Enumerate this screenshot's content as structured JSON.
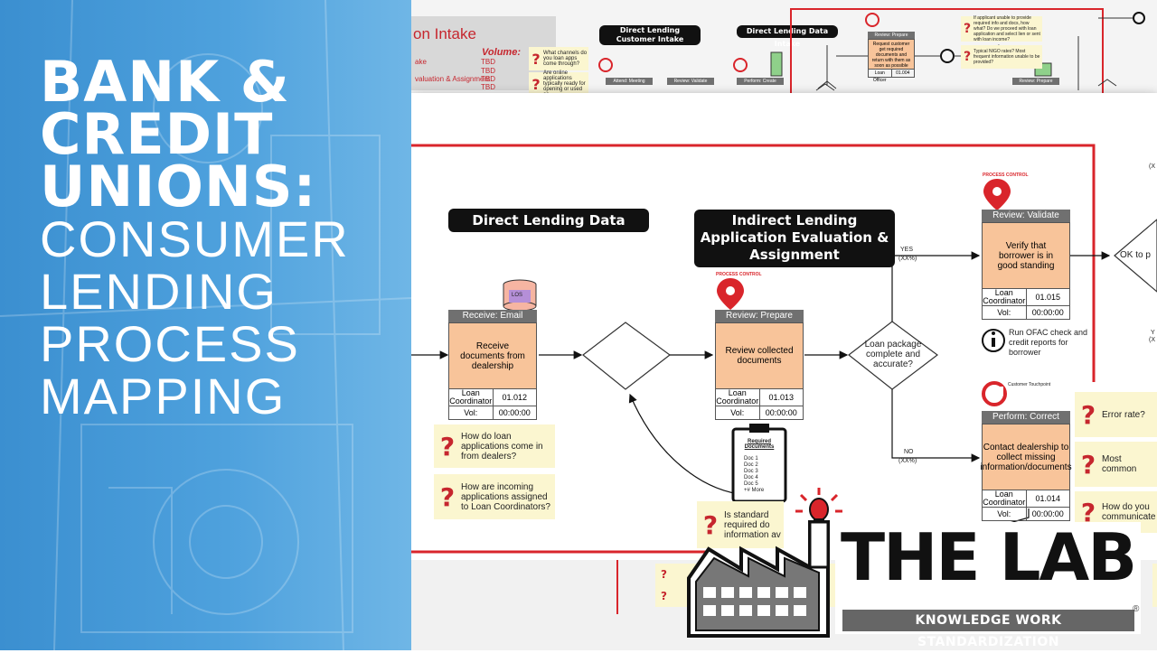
{
  "headline": {
    "bold_lines": [
      "BANK &",
      "CREDIT",
      "UNIONS:"
    ],
    "light_lines": [
      "CONSUMER",
      "LENDING",
      "PROCESS",
      "MAPPING"
    ]
  },
  "back_doc": {
    "title": "on Intake",
    "volume_header": "Volume:",
    "volume_rows": [
      {
        "label": "ake",
        "value": "TBD"
      },
      {
        "label": "",
        "value": "TBD"
      },
      {
        "label": "valuation & Assignment",
        "value": "TBD"
      },
      {
        "label": "",
        "value": "TBD"
      }
    ],
    "q1": "What channels do you loan apps come through?",
    "q2": "Are online applications typically ready for opening or used as",
    "title2": "Direct Lending Customer Intake",
    "title3": "Direct Lending Data Intake",
    "act_review_prepare": "Review: Prepare",
    "act_review_prepare_text": "Request customer get required documents and return with them as soon as possible",
    "act_row_left": "Loan Officer",
    "act_row_right": "01.004",
    "right_q1": "If applicant unable to provide required info and docs, how what? Do we proceed with loan application and select lien or sent with loan income?",
    "right_q2": "Typical NIGO rates? Most frequent information unable to be provided?",
    "small_attend": "Attend: Meeting",
    "small_validate": "Review: Validate",
    "small_create": "Perform: Create",
    "small_prepare": "Review: Prepare"
  },
  "front_doc": {
    "title_direct": "Direct Lending Data Intake",
    "title_indirect": "Indirect Lending Application Evaluation & Assignment",
    "db_label": "LOS",
    "receive": {
      "header": "Receive: Email",
      "body": "Receive documents from dealership",
      "role": "Loan Coordinator",
      "id": "01.012",
      "vol_label": "Vol:",
      "vol": "00:00:00"
    },
    "prepare": {
      "header": "Review: Prepare",
      "body": "Review collected documents",
      "role": "Loan Coordinator",
      "id": "01.013",
      "vol_label": "Vol:",
      "vol": "00:00:00"
    },
    "validate": {
      "header": "Review: Validate",
      "body": "Verify that borrower is in good standing",
      "role": "Loan Coordinator",
      "id": "01.015",
      "vol_label": "Vol:",
      "vol": "00:00:00"
    },
    "correct": {
      "header": "Perform: Correct",
      "body": "Contact dealership to collect missing information/documents",
      "role": "Loan Coordinator",
      "id": "01.014",
      "vol_label": "Vol:",
      "vol": "00:00:00"
    },
    "decision1": "Loan package complete and accurate?",
    "decision2": "OK to p",
    "yes_label": "YES",
    "yes_pct": "(XX%)",
    "no_label": "NO",
    "no_pct": "(XX%)",
    "right_y": "Y",
    "right_y_pct": "(X",
    "right_top_pct": "(X",
    "info_text": "Run OFAC check and credit reports for borrower",
    "pin_label_1": "PROCESS CONTROL",
    "pin_label_2": "PROCESS CONTROL",
    "pin_label_3": "Customer Touchpoint",
    "q_how_apps": "How do loan applications come in from dealers?",
    "q_assigned": "How are incoming applications assigned to Loan Coordinators?",
    "q_error": "Error rate?",
    "q_most": "Most common",
    "q_communicate": "How do you communicate",
    "q_standard": "Is standard required do information av",
    "clipboard_title": "Required Documents",
    "clipboard_items": [
      "Doc 1",
      "Doc 2",
      "Doc 3",
      "Doc 4",
      "Doc 5",
      "+# More"
    ]
  },
  "logo": {
    "name": "THE LAB",
    "tagline": "KNOWLEDGE WORK STANDARDIZATION",
    "reg": "®"
  },
  "colors": {
    "panel_blue": "#4ea1dd",
    "accent_red": "#d9252b",
    "activity_fill": "#f8c49a",
    "question_fill": "#fbf6d0",
    "header_gray": "#707070"
  }
}
